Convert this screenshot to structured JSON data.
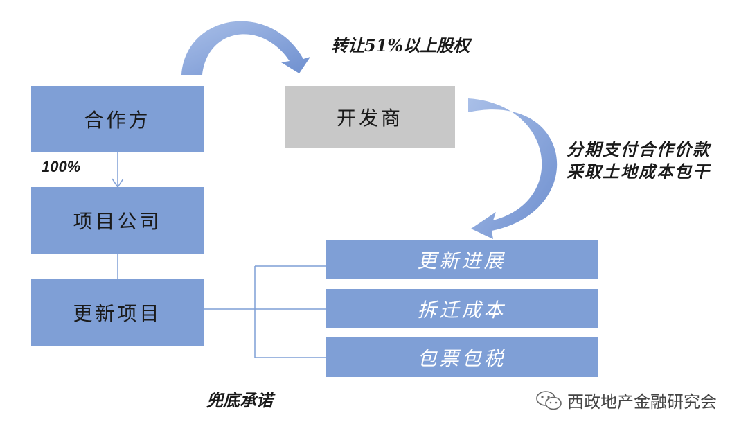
{
  "nodes": {
    "partner": "合作方",
    "developer": "开发商",
    "project_company": "项目公司",
    "renewal_project": "更新项目"
  },
  "right_items": [
    "更新进展",
    "拆迁成本",
    "包票包税"
  ],
  "labels": {
    "transfer": "转让51%以上股权",
    "payment_line1": "分期支付合作价款",
    "payment_line2": "采取土地成本包干",
    "percent": "100%",
    "guarantee": "兜底承诺"
  },
  "footer": {
    "text": "西政地产金融研究会",
    "icon": "wechat-icon"
  },
  "colors": {
    "box_blue": "#7f9fd6",
    "box_gray": "#c8c8c8",
    "arrow": "#8aa6dc"
  }
}
